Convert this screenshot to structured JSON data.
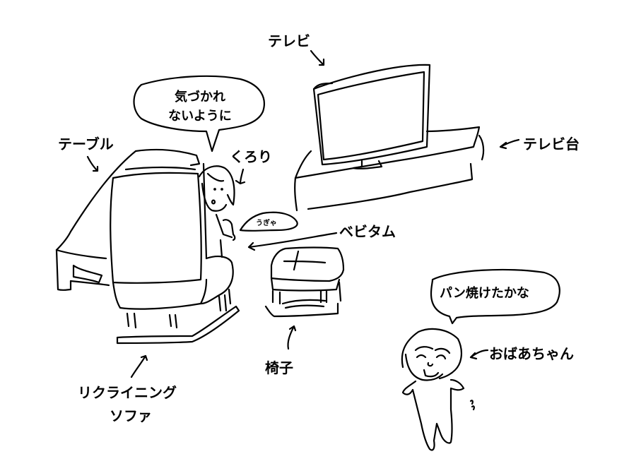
{
  "labels": {
    "tv": "テレビ",
    "tv_stand": "テレビ台",
    "table": "テーブル",
    "kurori": "くろり",
    "bebitam": "ベビタム",
    "chair": "椅子",
    "sofa_line1": "リクライニング",
    "sofa_line2": "ソファ",
    "grandma": "おばあちゃん"
  },
  "speech": {
    "kurori_thought_line1": "気づかれ",
    "kurori_thought_line2": "ないように",
    "bebitam_cry": "うぎゃ",
    "grandma_line": "パン焼けたかな"
  },
  "colors": {
    "ink": "#000000",
    "paper": "#ffffff"
  }
}
